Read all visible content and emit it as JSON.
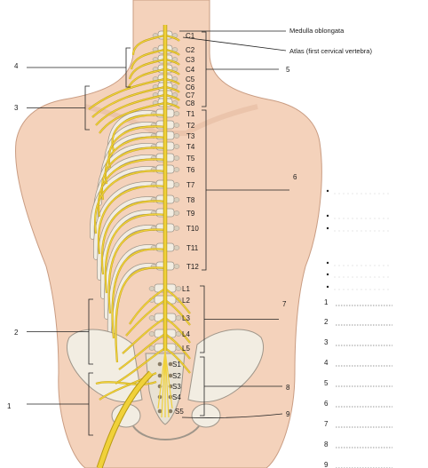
{
  "labels": {
    "medulla": "Medulla oblongata",
    "atlas": "Atlas (first cervical vertebra)"
  },
  "callouts": [
    "1",
    "2",
    "3",
    "4",
    "5",
    "6",
    "7",
    "8",
    "9"
  ],
  "cervical": [
    "C1",
    "C2",
    "C3",
    "C4",
    "C5",
    "C6",
    "C7",
    "C8"
  ],
  "thoracic": [
    "T1",
    "T2",
    "T3",
    "T4",
    "T5",
    "T6",
    "T7",
    "T8",
    "T9",
    "T10",
    "T11",
    "T12"
  ],
  "lumbar": [
    "L1",
    "L2",
    "L3",
    "L4",
    "L5"
  ],
  "sacral": [
    "S1",
    "S2",
    "S3",
    "S4",
    "S5"
  ],
  "answer_numbers": [
    "1",
    "2",
    "3",
    "4",
    "5",
    "6",
    "7",
    "8",
    "9"
  ],
  "colors": {
    "skin": "#f4d2bb",
    "skin_edge": "#c99c82",
    "bone": "#f2ede2",
    "bone_edge": "#9f968a",
    "nerve": "#f0d13a",
    "nerve_edge": "#b89a12",
    "line": "#222222"
  }
}
